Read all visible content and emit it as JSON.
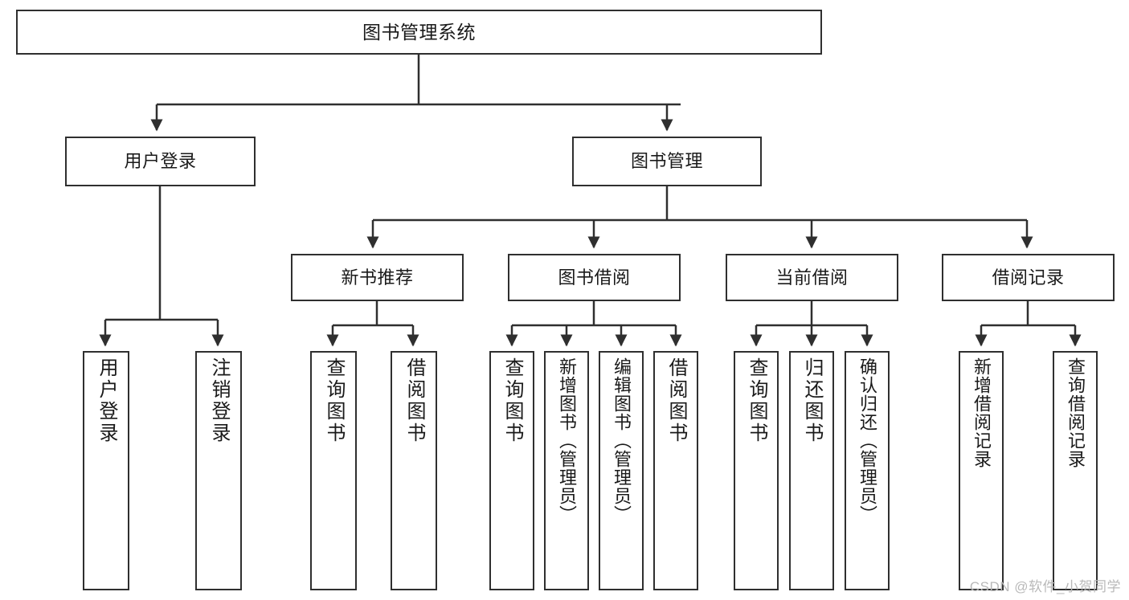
{
  "diagram": {
    "title": "图书管理系统",
    "type": "tree-hierarchy",
    "watermark": "CSDN @软件_小贺同学",
    "colors": {
      "box_border": "#2f2f2f",
      "box_fill": "#ffffff",
      "edge": "#2f2f2f",
      "text": "#1a1a1a",
      "watermark": "#b9b9b9"
    },
    "nodes": {
      "root": {
        "label": "图书管理系统"
      },
      "level2": [
        {
          "id": "user_login",
          "label": "用户登录"
        },
        {
          "id": "book_manage",
          "label": "图书管理"
        }
      ],
      "level3": [
        {
          "id": "new_book",
          "label": "新书推荐"
        },
        {
          "id": "book_borrow",
          "label": "图书借阅"
        },
        {
          "id": "current_borrow",
          "label": "当前借阅"
        },
        {
          "id": "borrow_record",
          "label": "借阅记录"
        }
      ],
      "leaves": {
        "user_login": [
          {
            "id": "leaf_user_login",
            "label": "用户登录"
          },
          {
            "id": "leaf_logout",
            "label": "注销登录"
          }
        ],
        "new_book": [
          {
            "id": "leaf_query_book_1",
            "label": "查询图书"
          },
          {
            "id": "leaf_borrow_book_1",
            "label": "借阅图书"
          }
        ],
        "book_borrow": [
          {
            "id": "leaf_query_book_2",
            "label": "查询图书"
          },
          {
            "id": "leaf_add_book",
            "label": "新增图书（管理员）"
          },
          {
            "id": "leaf_edit_book",
            "label": "编辑图书（管理员）"
          },
          {
            "id": "leaf_borrow_book_2",
            "label": "借阅图书"
          }
        ],
        "current_borrow": [
          {
            "id": "leaf_query_book_3",
            "label": "查询图书"
          },
          {
            "id": "leaf_return_book",
            "label": "归还图书"
          },
          {
            "id": "leaf_confirm_return",
            "label": "确认归还（管理员）"
          }
        ],
        "borrow_record": [
          {
            "id": "leaf_add_record",
            "label": "新增借阅记录"
          },
          {
            "id": "leaf_query_record",
            "label": "查询借阅记录"
          }
        ]
      }
    }
  }
}
